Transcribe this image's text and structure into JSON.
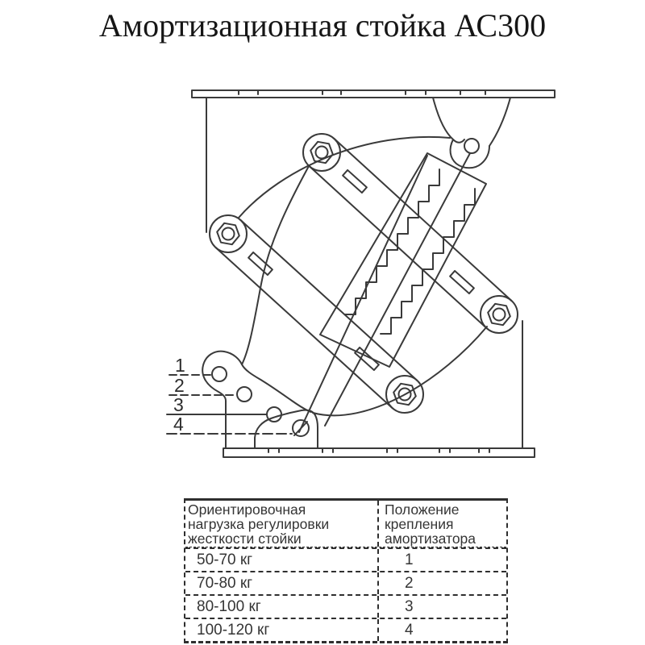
{
  "title": "Амортизационная стойка АС300",
  "colors": {
    "line": "#3a3a3a",
    "table_border": "#2f2f2f",
    "text": "#353535",
    "title_text": "#161616",
    "background": "#ffffff"
  },
  "diagram": {
    "description": "shock-absorber strut line drawing",
    "position_labels": [
      "1",
      "2",
      "3",
      "4"
    ]
  },
  "table": {
    "header_load_lines": [
      "Ориентировочная",
      "нагрузка регулировки",
      "жесткости стойки"
    ],
    "header_position_lines": [
      "Положение",
      "крепления",
      "амортизатора"
    ],
    "rows": [
      {
        "load": "50-70 кг",
        "position": "1"
      },
      {
        "load": "70-80 кг",
        "position": "2"
      },
      {
        "load": "80-100 кг",
        "position": "3"
      },
      {
        "load": "100-120 кг",
        "position": "4"
      }
    ]
  }
}
